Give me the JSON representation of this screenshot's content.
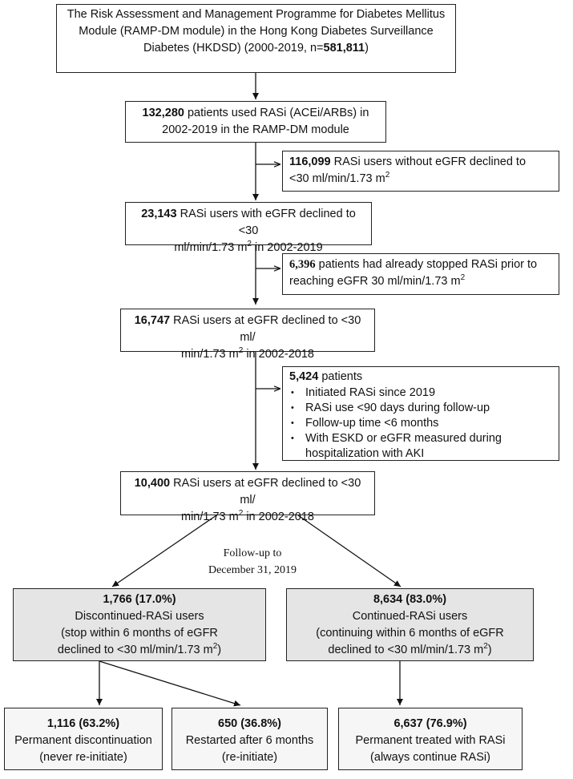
{
  "colors": {
    "box_border": "#222222",
    "gray_fill": "#e5e5e5",
    "light_fill": "#f6f6f6",
    "arrow": "#111111"
  },
  "boxes": {
    "source": {
      "line1": "The Risk Assessment and Management Programme for Diabetes Mellitus",
      "line2": "Module (RAMP-DM module) in the Hong Kong Diabetes Surveillance",
      "line3_pre": "Diabetes (HKDSD) (2000-2019, n=",
      "line3_bold": "581,811",
      "line3_post": ")"
    },
    "rasi_users": {
      "bold": "132,280",
      "line1_rest": " patients used RASi (ACEi/ARBs) in",
      "line2": "2002-2019 in the RAMP-DM module"
    },
    "excl_egfr": {
      "bold": "116,099",
      "line1_rest": " RASi users without eGFR declined to",
      "line2": "<30 ml/min/1.73 m",
      "sup": "2"
    },
    "egfr_2019": {
      "bold": "23,143",
      "line1_rest": " RASi users with eGFR declined to <30",
      "line2a": "ml/min/1.73 m",
      "sup": "2",
      "line2b": " in 2002-2019"
    },
    "excl_stopped": {
      "bold": "6,396",
      "line1_rest": " patients had already stopped RASi prior to",
      "line2": "reaching eGFR 30 ml/min/1.73 m",
      "sup": "2"
    },
    "egfr_2018": {
      "bold": "16,747",
      "line1_rest": " RASi users at eGFR declined to <30 ml/",
      "line2a": "min/1.73 m",
      "sup": "2",
      "line2b": " in 2002-2018"
    },
    "excl_multi": {
      "bold": "5,424",
      "rest": " patients",
      "bullet_glyph": "•",
      "items": [
        "Initiated RASi since 2019",
        "RASi use <90 days during follow-up",
        "Follow-up time <6 months",
        "With ESKD or eGFR measured during hospitalization with AKI"
      ]
    },
    "final": {
      "bold": "10,400",
      "line1_rest": " RASi users at eGFR declined to <30 ml/",
      "line2a": "min/1.73 m",
      "sup": "2",
      "line2b": " in 2002-2018"
    },
    "discontinued": {
      "bold": "1,766 (17.0%)",
      "line2": "Discontinued-RASi users",
      "line3": "(stop within 6 months of eGFR",
      "line4a": "declined to <30 ml/min/1.73 m",
      "sup": "2",
      "line4b": ")"
    },
    "continued": {
      "bold": "8,634 (83.0%)",
      "line2": "Continued-RASi users",
      "line3": "(continuing within 6 months of eGFR",
      "line4a": "declined to <30 ml/min/1.73 m",
      "sup": "2",
      "line4b": ")"
    },
    "permanent_disc": {
      "bold": "1,116 (63.2%)",
      "line2": "Permanent discontinuation",
      "line3": "(never re-initiate)"
    },
    "restarted": {
      "bold": "650 (36.8%)",
      "line2": "Restarted after 6 months",
      "line3": "(re-initiate)"
    },
    "permanent_treated": {
      "bold": "6,637 (76.9%)",
      "line2": "Permanent treated with RASi",
      "line3": "(always continue RASi)"
    }
  },
  "followup": {
    "line1": "Follow-up to",
    "line2": "December 31, 2019"
  }
}
